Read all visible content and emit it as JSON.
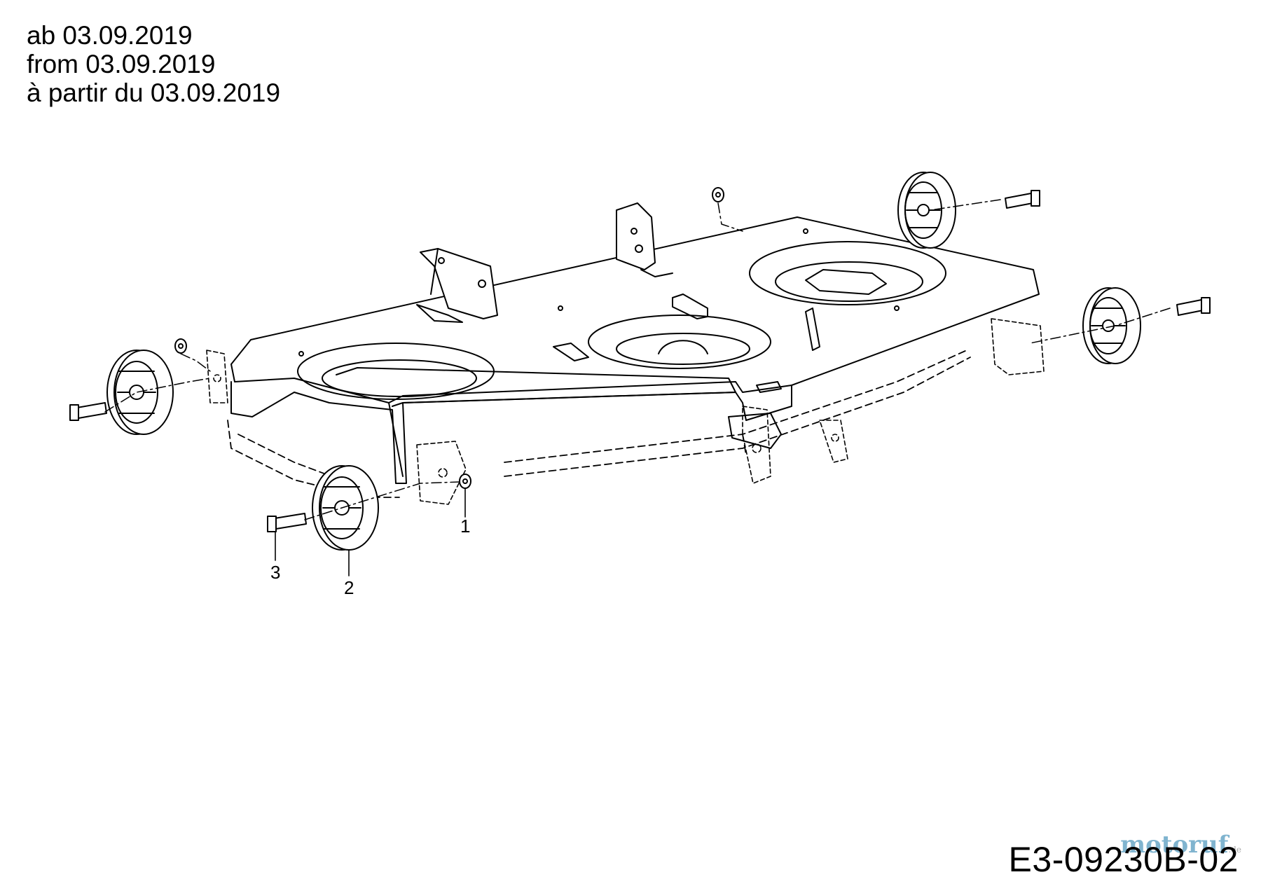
{
  "header": {
    "line_de": "ab 03.09.2019",
    "line_en": "from 03.09.2019",
    "line_fr": "à partir du 03.09.2019"
  },
  "callouts": [
    {
      "number": "1",
      "part": "nut"
    },
    {
      "number": "2",
      "part": "wheel"
    },
    {
      "number": "3",
      "part": "shoulder bolt"
    }
  ],
  "drawing_code": "E3-09230B-02",
  "watermark": {
    "brand": "motoruf",
    "suffix": ".de"
  }
}
